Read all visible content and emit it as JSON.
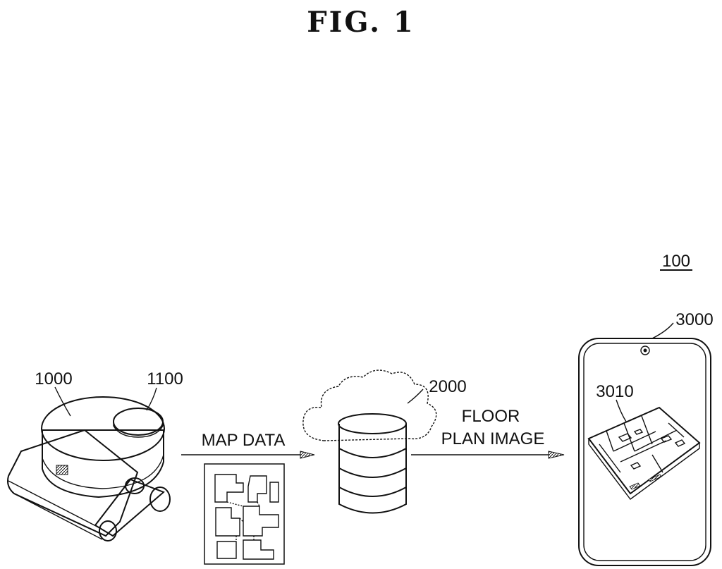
{
  "figure": {
    "title": "FIG.  1",
    "system_ref": "100"
  },
  "robot": {
    "ref": "1000",
    "sensor_ref": "1100"
  },
  "map_transfer": {
    "label": "MAP DATA"
  },
  "server": {
    "ref": "2000"
  },
  "floorplan_transfer": {
    "label_line1": "FLOOR",
    "label_line2": "PLAN IMAGE"
  },
  "device": {
    "ref": "3000",
    "screen_image_ref": "3010"
  }
}
